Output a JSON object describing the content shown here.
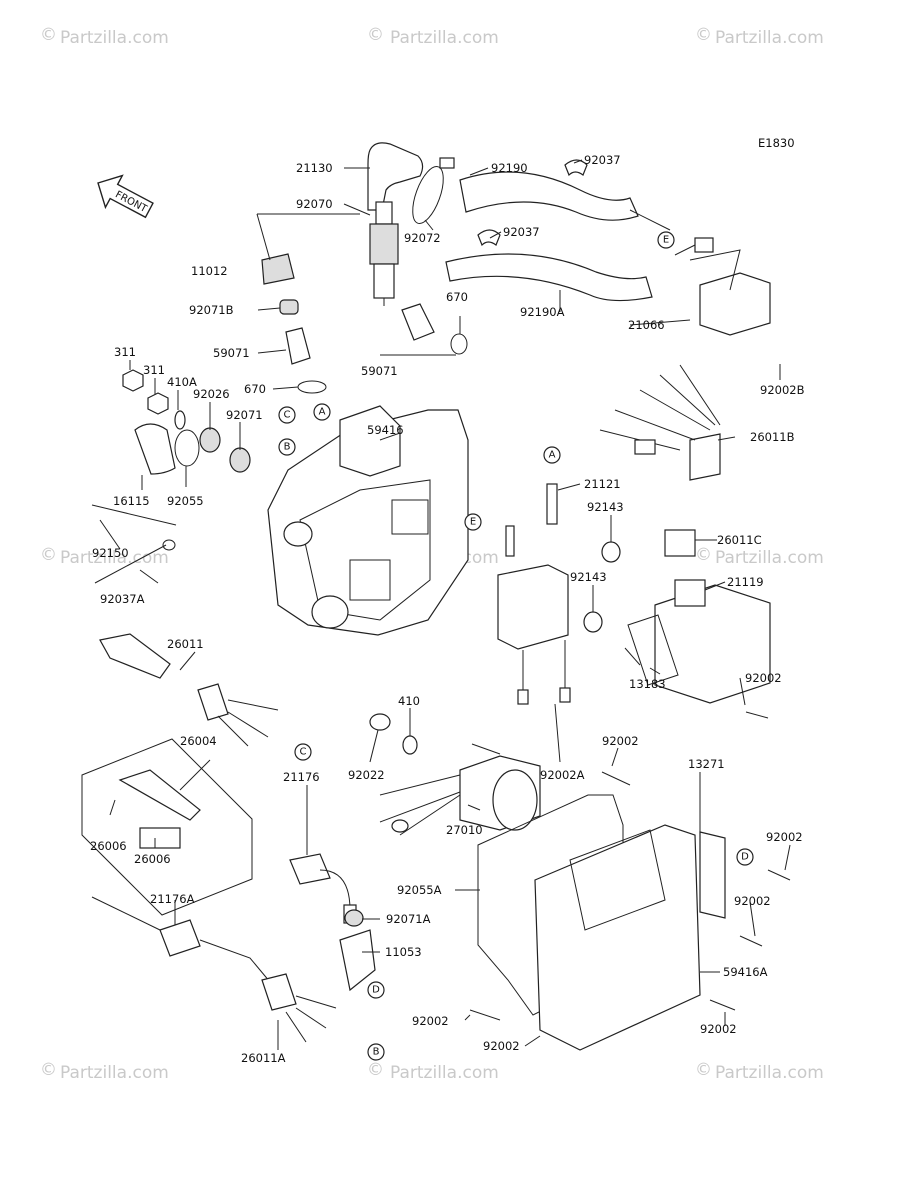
{
  "diagram_code": "E1830",
  "front_label": "FRONT",
  "watermark": "Partzilla.com",
  "watermark_symbol": "©",
  "callout_letters": [
    "A",
    "B",
    "C",
    "D",
    "E"
  ],
  "part_labels": [
    "21130",
    "92190",
    "92037",
    "92070",
    "92072",
    "92037",
    "11012",
    "92190A",
    "92071B",
    "670",
    "21066",
    "59071",
    "59071",
    "92002B",
    "311",
    "311",
    "410A",
    "670",
    "59416",
    "92026",
    "92071",
    "16115",
    "92055",
    "21121",
    "26011B",
    "92143",
    "26011C",
    "92150",
    "92143",
    "21119",
    "92037A",
    "26011",
    "13183",
    "92002",
    "410",
    "26004",
    "92022",
    "92002A",
    "92002",
    "21176",
    "27010",
    "13271",
    "26006",
    "26006",
    "92002",
    "92055A",
    "21176A",
    "92002",
    "92071A",
    "11053",
    "59416A",
    "92002",
    "92002",
    "26011A",
    "92002"
  ]
}
